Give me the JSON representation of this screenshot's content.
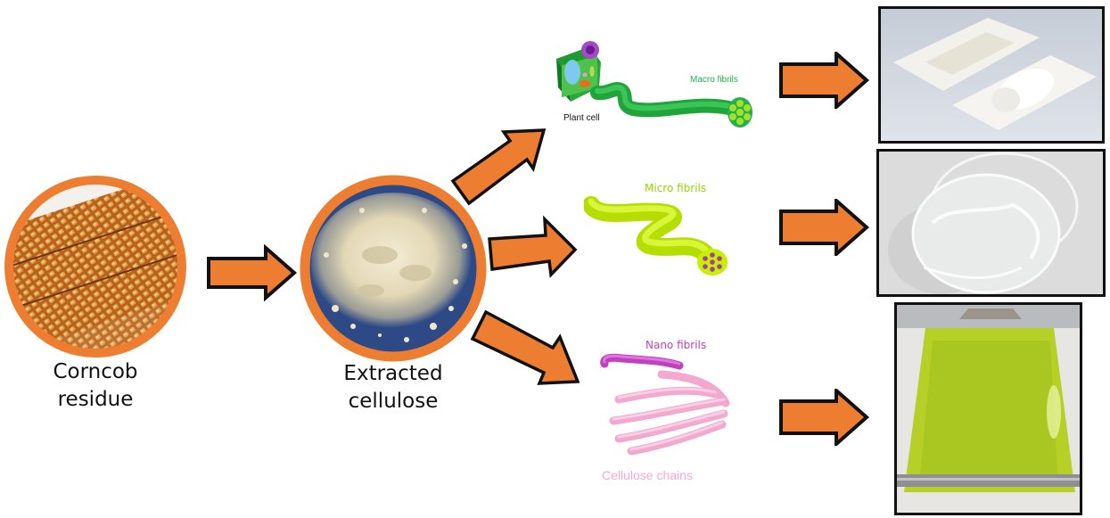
{
  "title": "Corncob residue to cellulose products",
  "colors": {
    "arrow_fill": "#ED7D31",
    "arrow_stroke": "#111111",
    "ring": "#ED7D31",
    "macro_green": "#22B14C",
    "micro_green": "#C6F000",
    "nano_magenta": "#C040C0",
    "chain_pink": "#F7A8D0"
  },
  "stages": {
    "source": {
      "label_line1": "Corncob",
      "label_line2": "residue",
      "icon": "corncob-photo"
    },
    "extracted": {
      "label_line1": "Extracted",
      "label_line2": "cellulose",
      "icon": "cellulose-powder-photo"
    }
  },
  "fibrils": {
    "plant_cell_label": "Plant cell",
    "macro_label": "Macro fibrils",
    "micro_label": "Micro fibrils",
    "nano_label": "Nano fibrils",
    "chains_label": "Cellulose chains"
  },
  "products": [
    {
      "name": "molded-packaging-trays",
      "icon": "packaging-tray-photo"
    },
    {
      "name": "transparent-film",
      "icon": "petri-dish-film-photo"
    },
    {
      "name": "green-cast-film",
      "icon": "cast-film-photo"
    }
  ]
}
